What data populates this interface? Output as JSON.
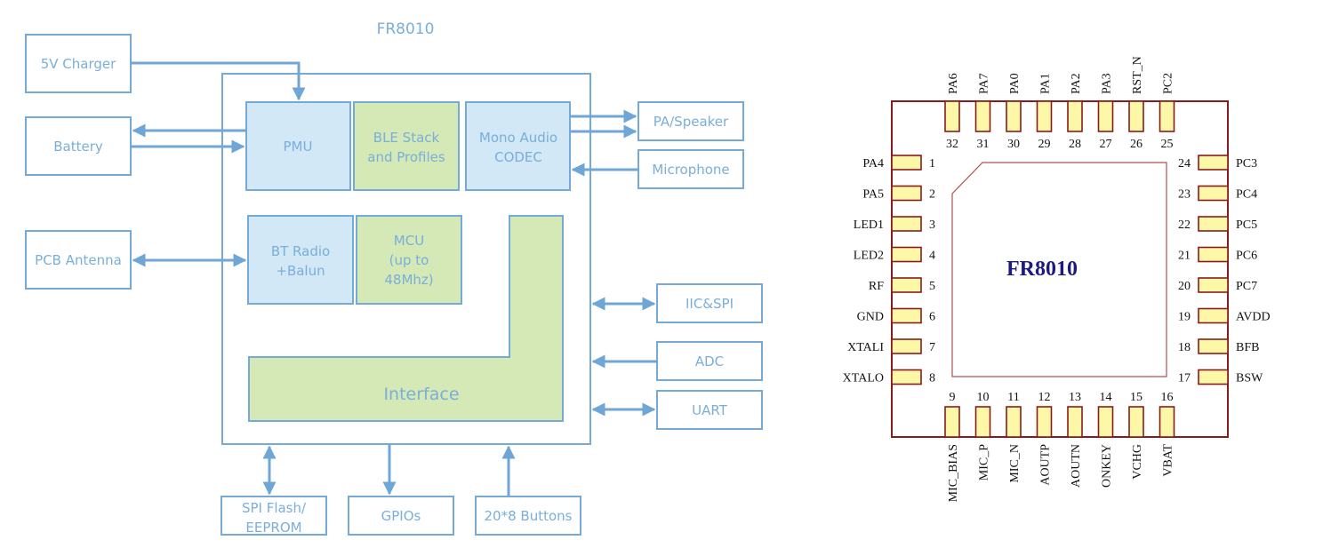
{
  "colors": {
    "block_stroke": "#74a9d8",
    "blue_fill": "#d2e8f7",
    "green_fill": "#d4e9b6",
    "block_text": "#7aaedb",
    "chip_outline": "#8b1a1a",
    "pad_fill": "#fcf8a8",
    "die_outline": "#b05050",
    "chip_name": "#1a1a80"
  },
  "block_diagram": {
    "title": "FR8010",
    "internal": {
      "pmu": "PMU",
      "ble": [
        "BLE Stack",
        "and Profiles"
      ],
      "codec": [
        "Mono Audio",
        "CODEC"
      ],
      "radio": [
        "BT Radio",
        "+Balun"
      ],
      "mcu": [
        "MCU",
        "(up to",
        "48Mhz)"
      ],
      "interface": "Interface"
    },
    "external": {
      "charger": "5V Charger",
      "battery": "Battery",
      "antenna": "PCB Antenna",
      "speaker": "PA/Speaker",
      "microphone": "Microphone",
      "iic_spi": "IIC&SPI",
      "adc": "ADC",
      "uart": "UART",
      "spi_flash": [
        "SPI Flash/",
        "EEPROM"
      ],
      "gpios": "GPIOs",
      "buttons": "20*8 Buttons"
    }
  },
  "pinout": {
    "chip_name": "FR8010",
    "left": [
      {
        "num": "1",
        "name": "PA4"
      },
      {
        "num": "2",
        "name": "PA5"
      },
      {
        "num": "3",
        "name": "LED1"
      },
      {
        "num": "4",
        "name": "LED2"
      },
      {
        "num": "5",
        "name": "RF"
      },
      {
        "num": "6",
        "name": "GND"
      },
      {
        "num": "7",
        "name": "XTALI"
      },
      {
        "num": "8",
        "name": "XTALO"
      }
    ],
    "bottom": [
      {
        "num": "9",
        "name": "MIC_BIAS"
      },
      {
        "num": "10",
        "name": "MIC_P"
      },
      {
        "num": "11",
        "name": "MIC_N"
      },
      {
        "num": "12",
        "name": "AOUTP"
      },
      {
        "num": "13",
        "name": "AOUTN"
      },
      {
        "num": "14",
        "name": "ONKEY"
      },
      {
        "num": "15",
        "name": "VCHG"
      },
      {
        "num": "16",
        "name": "VBAT"
      }
    ],
    "right": [
      {
        "num": "24",
        "name": "PC3"
      },
      {
        "num": "23",
        "name": "PC4"
      },
      {
        "num": "22",
        "name": "PC5"
      },
      {
        "num": "21",
        "name": "PC6"
      },
      {
        "num": "20",
        "name": "PC7"
      },
      {
        "num": "19",
        "name": "AVDD"
      },
      {
        "num": "18",
        "name": "BFB"
      },
      {
        "num": "17",
        "name": "BSW"
      }
    ],
    "top": [
      {
        "num": "32",
        "name": "PA6"
      },
      {
        "num": "31",
        "name": "PA7"
      },
      {
        "num": "30",
        "name": "PA0"
      },
      {
        "num": "29",
        "name": "PA1"
      },
      {
        "num": "28",
        "name": "PA2"
      },
      {
        "num": "27",
        "name": "PA3"
      },
      {
        "num": "26",
        "name": "RST_N"
      },
      {
        "num": "25",
        "name": "PC2"
      }
    ]
  }
}
